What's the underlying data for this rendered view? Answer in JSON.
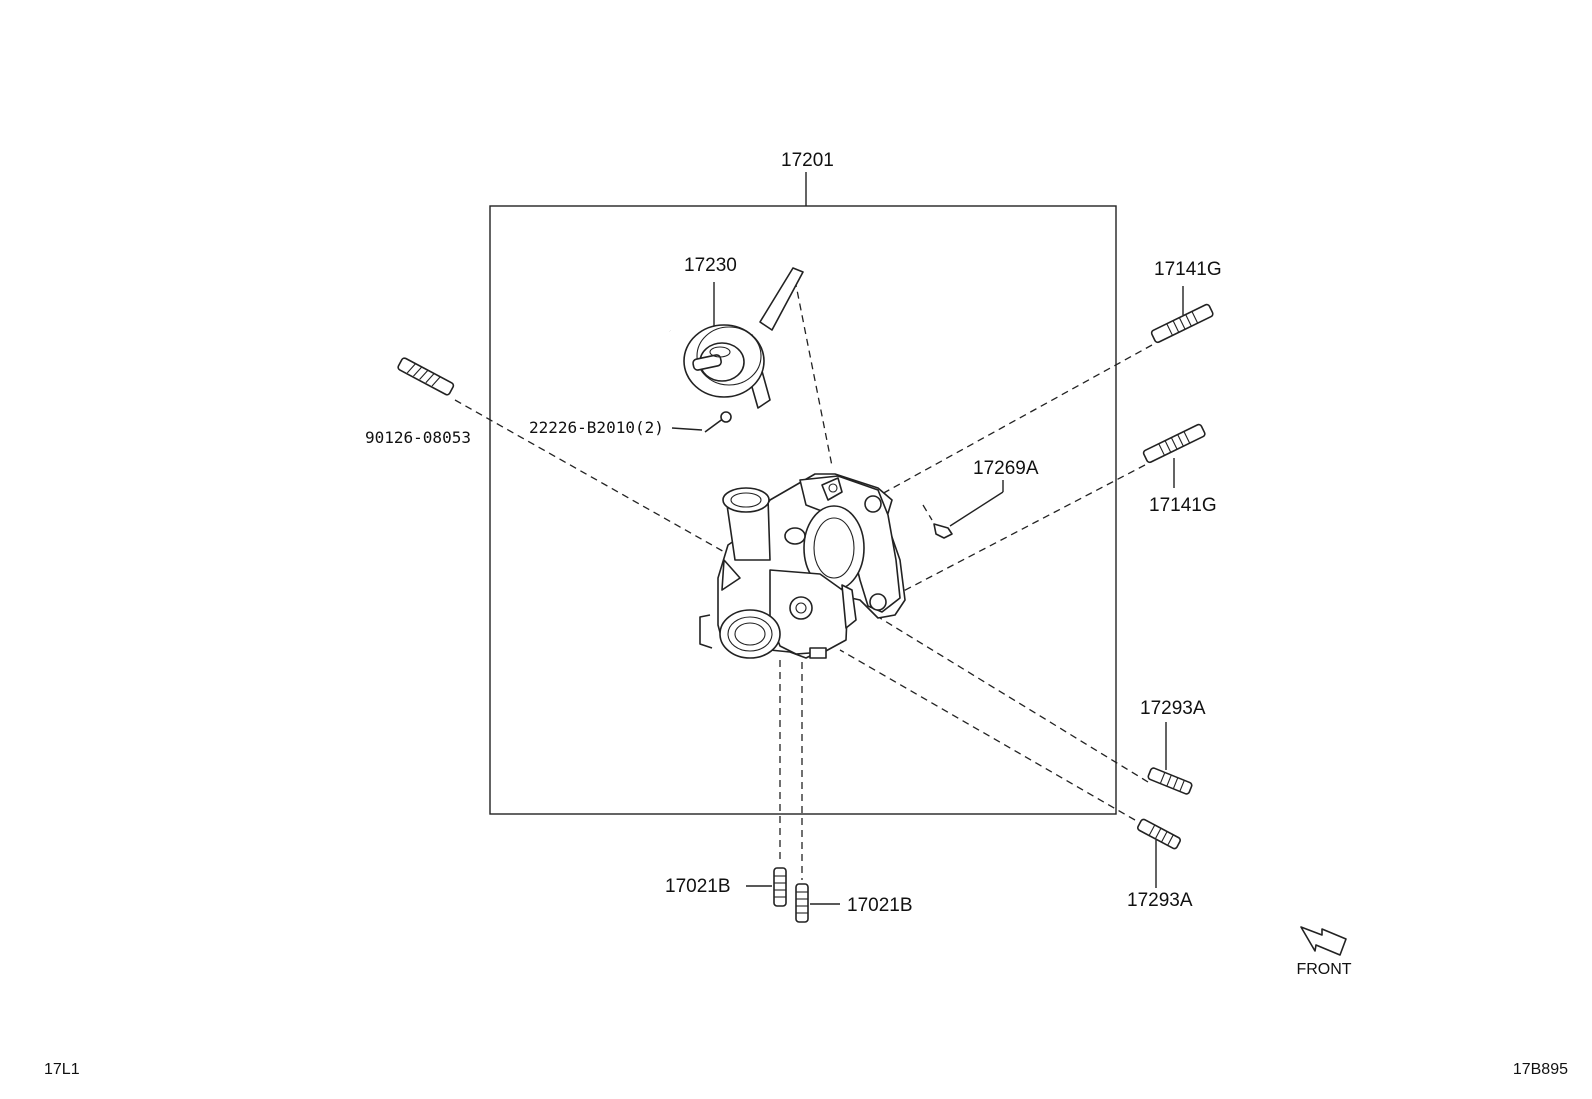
{
  "labels": {
    "assembly": "17201",
    "actuator": "17230",
    "screw": "22226-B2010(2)",
    "stud_left": "90126-08053",
    "stud_upper_right_top": "17141G",
    "stud_upper_right_bottom": "17141G",
    "clip": "17269A",
    "stud_lower_right_top": "17293A",
    "stud_lower_right_bottom": "17293A",
    "stud_bottom_left": "17021B",
    "stud_bottom_right": "17021B",
    "front": "FRONT",
    "corner_left": "17L1",
    "corner_right": "17B895"
  }
}
